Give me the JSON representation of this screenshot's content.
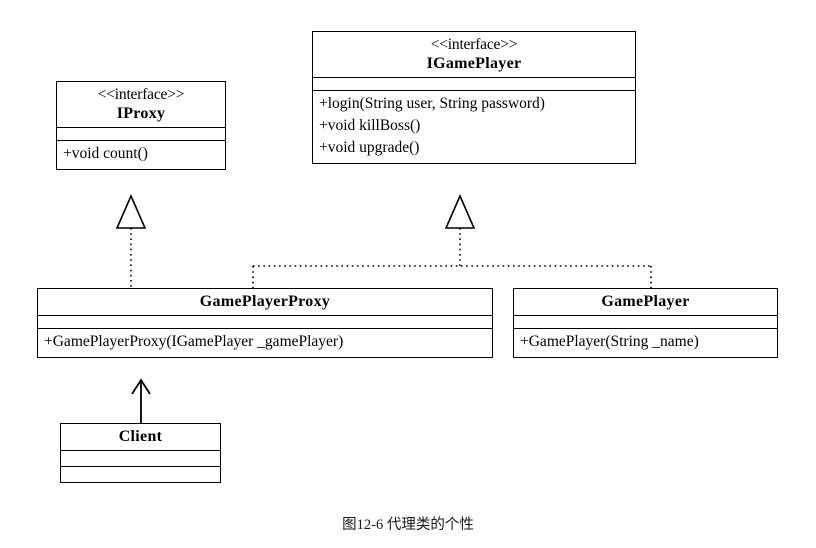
{
  "diagram": {
    "title": "图12-6 代理类的个性",
    "caption": "图12-6 代理类的个性",
    "stereotype_interface": "<<interface>>",
    "classes": {
      "iproxy": {
        "stereotype": "<<interface>>",
        "name": "IProxy",
        "attributes": [],
        "methods": [
          "+void count()"
        ]
      },
      "igameplayer": {
        "stereotype": "<<interface>>",
        "name": "IGamePlayer",
        "attributes": [],
        "methods": [
          "+login(String user, String password)",
          "+void killBoss()",
          "+void upgrade()"
        ]
      },
      "gameplayerproxy": {
        "stereotype": "",
        "name": "GamePlayerProxy",
        "attributes": [],
        "methods": [
          "+GamePlayerProxy(IGamePlayer _gamePlayer)"
        ]
      },
      "gameplayer": {
        "stereotype": "",
        "name": "GamePlayer",
        "attributes": [],
        "methods": [
          "+GamePlayer(String _name)"
        ]
      },
      "client": {
        "stereotype": "",
        "name": "Client",
        "attributes": [],
        "methods": []
      }
    },
    "relationships": [
      {
        "type": "realization",
        "from": "GamePlayerProxy",
        "to": "IProxy",
        "line": "dotted",
        "arrow": "hollow-triangle"
      },
      {
        "type": "realization",
        "from": "GamePlayerProxy",
        "to": "IGamePlayer",
        "line": "dotted",
        "arrow": "hollow-triangle"
      },
      {
        "type": "realization",
        "from": "GamePlayer",
        "to": "IGamePlayer",
        "line": "dotted",
        "arrow": "hollow-triangle"
      },
      {
        "type": "association",
        "from": "Client",
        "to": "GamePlayerProxy",
        "line": "solid",
        "arrow": "open-arrow"
      }
    ],
    "colors": {
      "background": "#ffffff",
      "stroke": "#000000",
      "text": "#000000",
      "caption": "#1a1a1a"
    }
  }
}
